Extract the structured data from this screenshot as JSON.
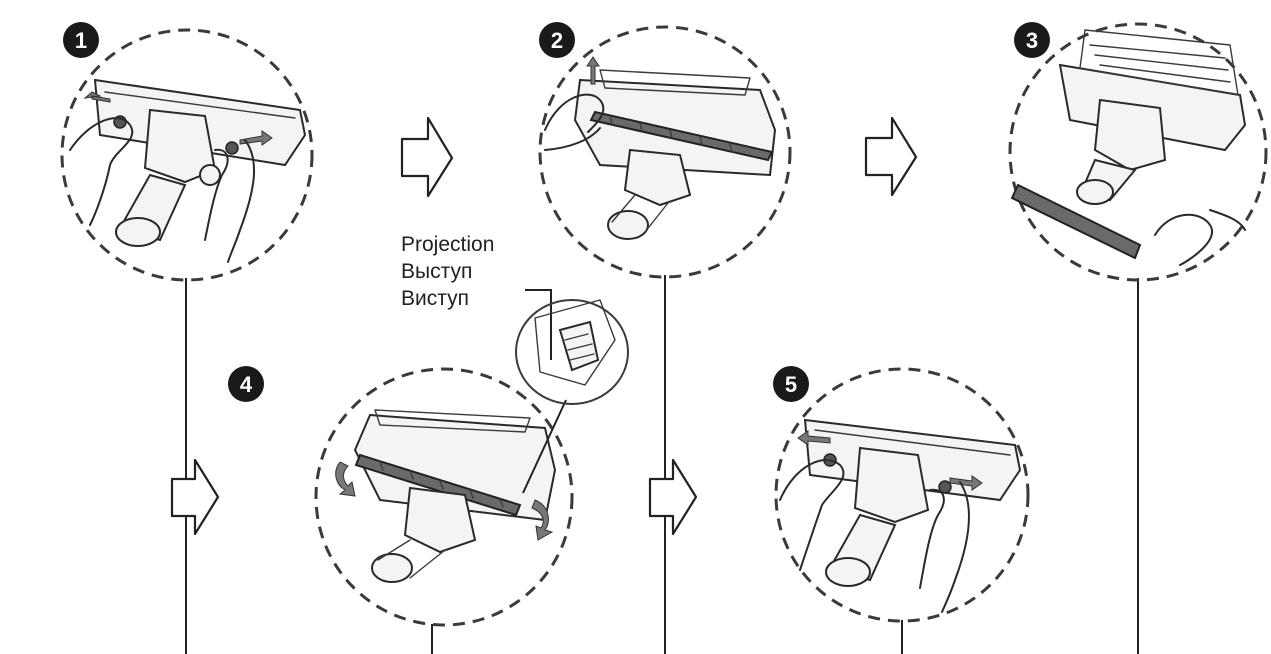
{
  "steps": [
    {
      "number": "1"
    },
    {
      "number": "2"
    },
    {
      "number": "3"
    },
    {
      "number": "4"
    },
    {
      "number": "5"
    }
  ],
  "callout": {
    "line1": "Projection",
    "line2": "Выступ",
    "line3": "Виступ"
  },
  "colors": {
    "ink": "#222222",
    "badge": "#1a1a1a",
    "background": "#ffffff"
  }
}
